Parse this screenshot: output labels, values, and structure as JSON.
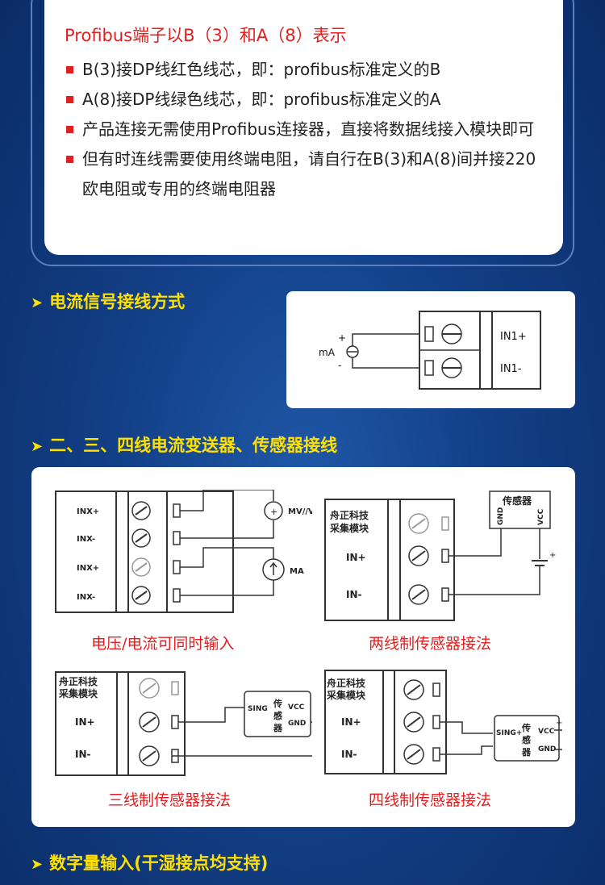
{
  "top_card": {
    "title": "Profibus端子以B（3）和A（8）表示",
    "bullets": [
      "B(3)接DP线红色线芯，即：profibus标准定义的B",
      "A(8)接DP线绿色线芯，即：profibus标准定义的A",
      "产品连接无需使用Profibus连接器，直接将数据线接入模块即可",
      "但有时连线需要使用终端电阻，请自行在B(3)和A(8)间并接220欧电阻或专用的终端电阻器"
    ]
  },
  "section1": {
    "title": "电流信号接线方式",
    "diagram": {
      "plus": "+",
      "minus": "-",
      "source": "mA",
      "in1p": "IN1+",
      "in1n": "IN1-"
    }
  },
  "section2": {
    "title": "二、三、四线电流变送器、传感器接线",
    "diagA": {
      "labels": [
        "INX+",
        "INX-",
        "INX+",
        "INX-"
      ],
      "mv": "MV//V",
      "ma": "MA",
      "caption": "电压/电流可同时输入"
    },
    "diagB": {
      "brand1": "舟正科技",
      "brand2": "采集模块",
      "inp": "IN+",
      "inn": "IN-",
      "sensor": "传感器",
      "gnd": "GND",
      "vcc": "VCC",
      "plus": "+",
      "caption": "两线制传感器接法"
    },
    "diagC": {
      "brand1": "舟正科技",
      "brand2": "采集模块",
      "inp": "IN+",
      "inn": "IN-",
      "sing": "SING",
      "s1": "传",
      "s2": "感",
      "s3": "器",
      "vcc": "VCC",
      "gnd": "GND",
      "plus": "+",
      "caption": "三线制传感器接法"
    },
    "diagD": {
      "brand1": "舟正科技",
      "brand2": "采集模块",
      "inp": "IN+",
      "inn": "IN-",
      "sing": "SING+",
      "s1": "传",
      "s2": "感",
      "s3": "器",
      "vcc": "VCC",
      "gnd": "GND",
      "plus": "+",
      "caption": "四线制传感器接法"
    }
  },
  "section3": {
    "title": "数字量输入(干湿接点均支持)"
  }
}
